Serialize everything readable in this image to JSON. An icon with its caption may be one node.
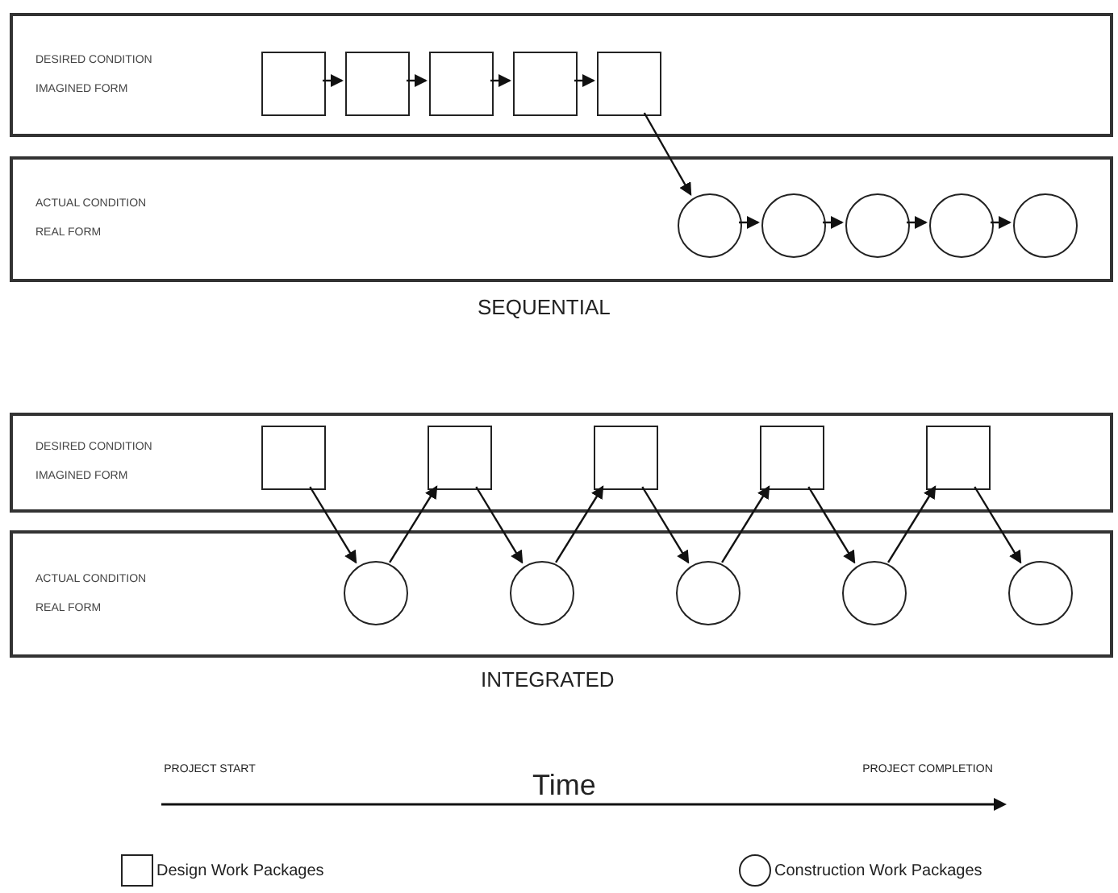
{
  "diagram": {
    "nodes": [
      {
        "text": [
          "DESIRED CONDITION",
          "IMAGINED FORM"
        ]
      },
      {
        "text": [],
        "shape": "box",
        "in": 0
      },
      {
        "text": [],
        "shape": "box",
        "in": 0
      },
      {
        "text": [],
        "shape": "box",
        "in": 0
      },
      {
        "text": [],
        "shape": "box",
        "in": 0
      },
      {
        "text": [],
        "shape": "box",
        "in": 0
      },
      {
        "text": [
          "ACTUAL CONDITION",
          "REAL FORM"
        ]
      },
      {
        "text": [],
        "shape": "circle",
        "in": 6
      },
      {
        "text": [],
        "shape": "circle",
        "in": 6
      },
      {
        "text": [],
        "shape": "circle",
        "in": 6
      },
      {
        "text": [],
        "shape": "circle",
        "in": 6
      },
      {
        "text": [],
        "shape": "circle",
        "in": 6
      },
      {
        "text": [
          "DESIRED CONDITION",
          "IMAGINED FORM"
        ]
      },
      {
        "text": [],
        "shape": "box",
        "in": 12
      },
      {
        "text": [],
        "shape": "box",
        "in": 12
      },
      {
        "text": [],
        "shape": "box",
        "in": 12
      },
      {
        "text": [],
        "shape": "box",
        "in": 12
      },
      {
        "text": [],
        "shape": "box",
        "in": 12
      },
      {
        "text": [
          "ACTUAL CONDITION",
          "REAL FORM"
        ]
      },
      {
        "text": [],
        "shape": "circle",
        "in": 18
      },
      {
        "text": [],
        "shape": "circle",
        "in": 18
      },
      {
        "text": [],
        "shape": "circle",
        "in": 18
      },
      {
        "text": [],
        "shape": "circle",
        "in": 18
      },
      {
        "text": [],
        "shape": "circle",
        "in": 18
      }
    ],
    "edges": [
      {
        "from": 1,
        "to": 2,
        "arrow": "to"
      },
      {
        "from": 2,
        "to": 3,
        "arrow": "to"
      },
      {
        "from": 3,
        "to": 4,
        "arrow": "to"
      },
      {
        "from": 4,
        "to": 5,
        "arrow": "to"
      },
      {
        "from": 5,
        "to": 7,
        "arrow": "to"
      },
      {
        "from": 7,
        "to": 8,
        "arrow": "to"
      },
      {
        "from": 8,
        "to": 9,
        "arrow": "to"
      },
      {
        "from": 9,
        "to": 10,
        "arrow": "to"
      },
      {
        "from": 10,
        "to": 11,
        "arrow": "to"
      },
      {
        "from": 13,
        "to": 19,
        "arrow": "to"
      },
      {
        "from": 19,
        "to": 14,
        "arrow": "to"
      },
      {
        "from": 14,
        "to": 20,
        "arrow": "to"
      },
      {
        "from": 20,
        "to": 15,
        "arrow": "to"
      },
      {
        "from": 15,
        "to": 21,
        "arrow": "to"
      },
      {
        "from": 21,
        "to": 16,
        "arrow": "to"
      },
      {
        "from": 16,
        "to": 22,
        "arrow": "to"
      },
      {
        "from": 22,
        "to": 17,
        "arrow": "to"
      },
      {
        "from": 17,
        "to": 23,
        "arrow": "to"
      }
    ],
    "labels": [
      "SEQUENTIAL",
      "INTEGRATED",
      "PROJECT START",
      "Time",
      "PROJECT COMPLETION"
    ],
    "legend": [
      {
        "text": "Design Work Packages"
      },
      {
        "text": "Construction Work Packages"
      }
    ]
  }
}
